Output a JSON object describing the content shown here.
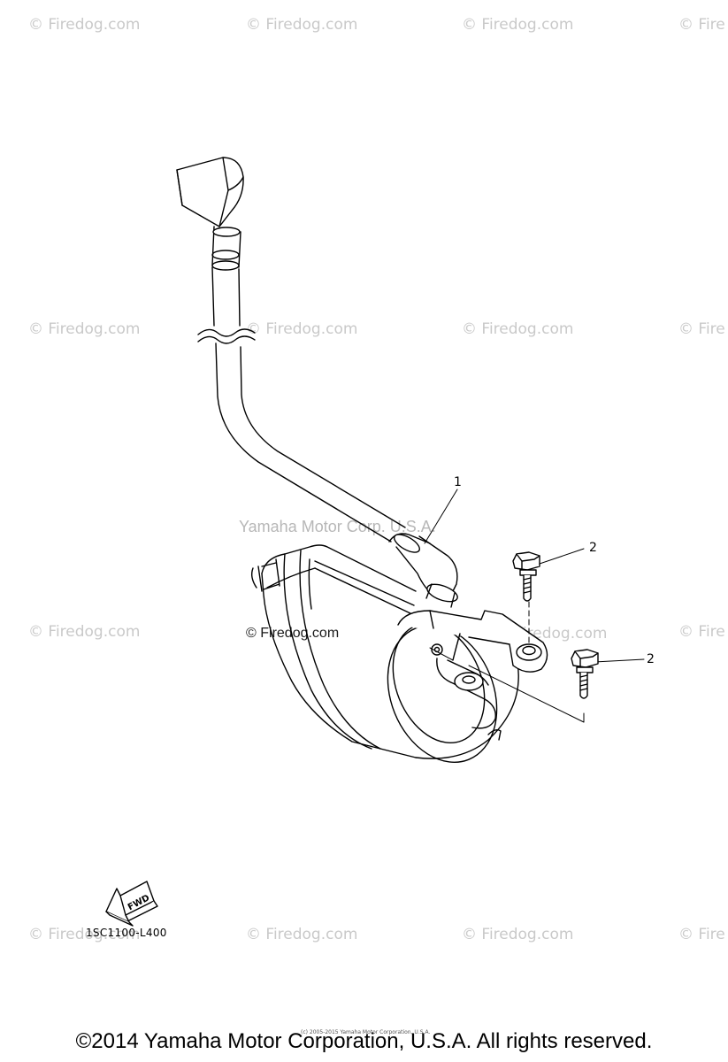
{
  "watermark": {
    "site_text": "© Firedog.com",
    "site_text_cut": "© Fire",
    "center_text": "Yamaha Motor Corp. U.S.A.",
    "center_site_text": "© Firedog.com"
  },
  "callouts": {
    "part_1": "1",
    "part_2a": "2",
    "part_2b": "2"
  },
  "fwd_label": "FWD",
  "diagram_code": "1SC1100-L400",
  "small_print": "(c) 2005-2015 Yamaha Motor Corporation, U.S.A.",
  "footer": "©2014 Yamaha Motor Corporation, U.S.A. All rights reserved."
}
